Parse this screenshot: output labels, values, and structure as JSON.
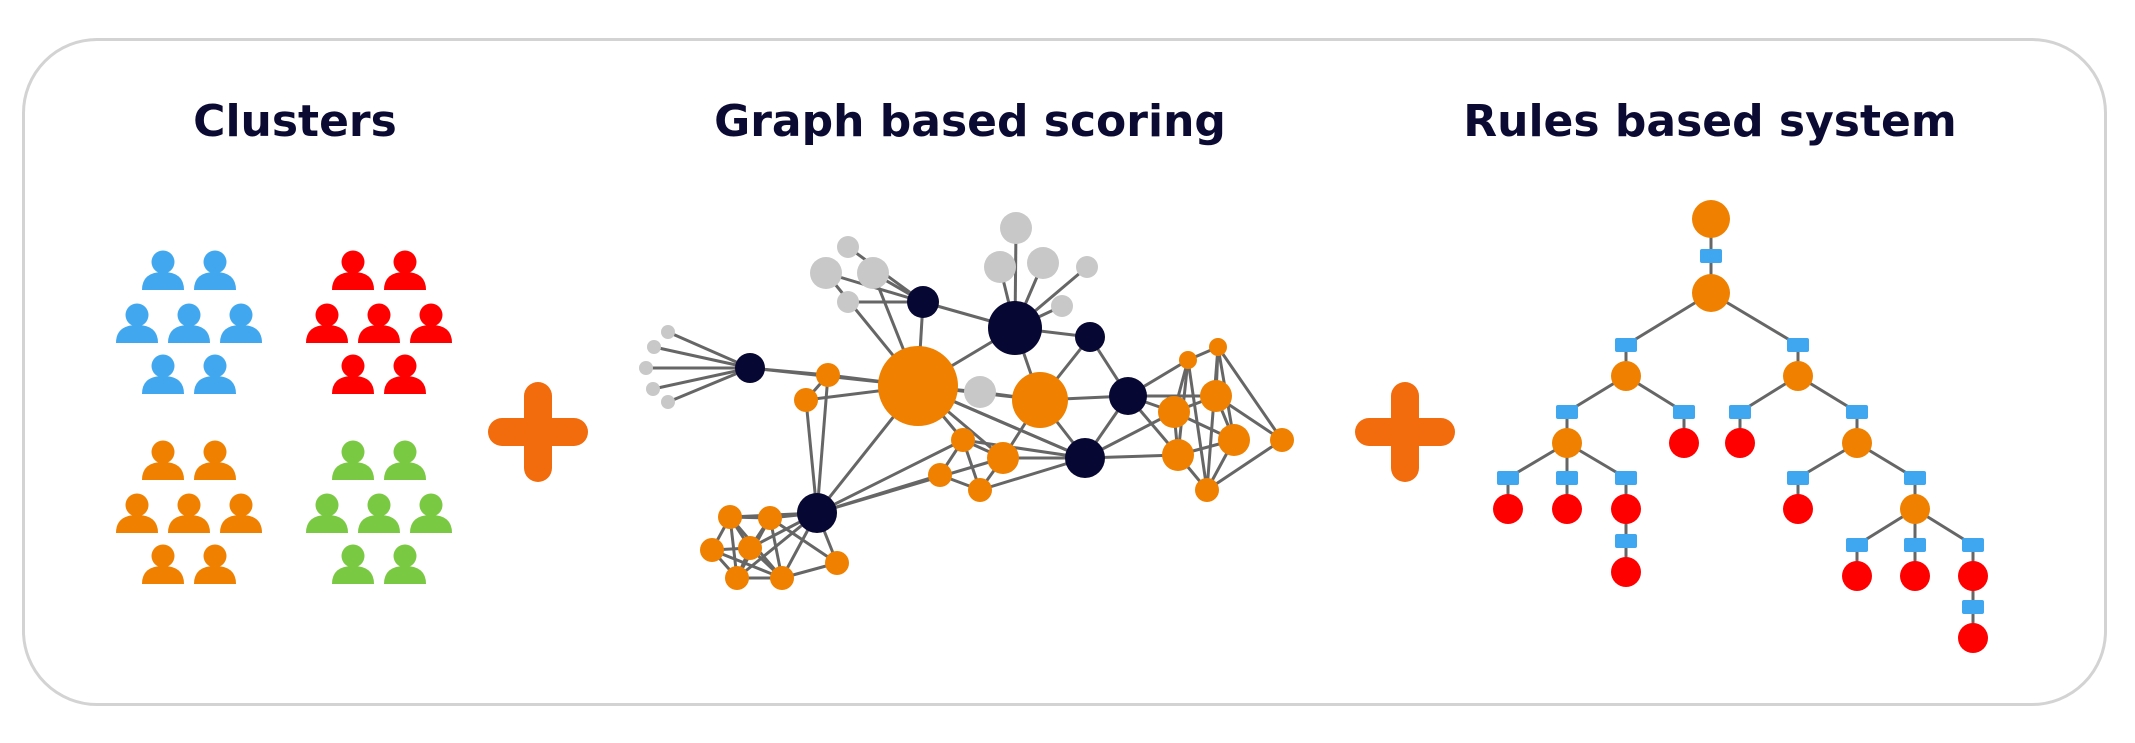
{
  "titles": {
    "clusters": "Clusters",
    "graph": "Graph based scoring",
    "rules": "Rules based system"
  },
  "colors": {
    "blue": "#41a8f0",
    "red": "#ff0000",
    "orange": "#f08000",
    "green": "#7ac943",
    "navy": "#070733",
    "grey": "#c8c8c8",
    "edge": "#666666",
    "connector": "#3ea7f0",
    "plus": "#f26c0d"
  },
  "cluster_groups": [
    {
      "color_key": "blue"
    },
    {
      "color_key": "red"
    },
    {
      "color_key": "orange"
    },
    {
      "color_key": "green"
    }
  ],
  "icons": {
    "people": "person-icon",
    "plus": "plus-icon"
  }
}
